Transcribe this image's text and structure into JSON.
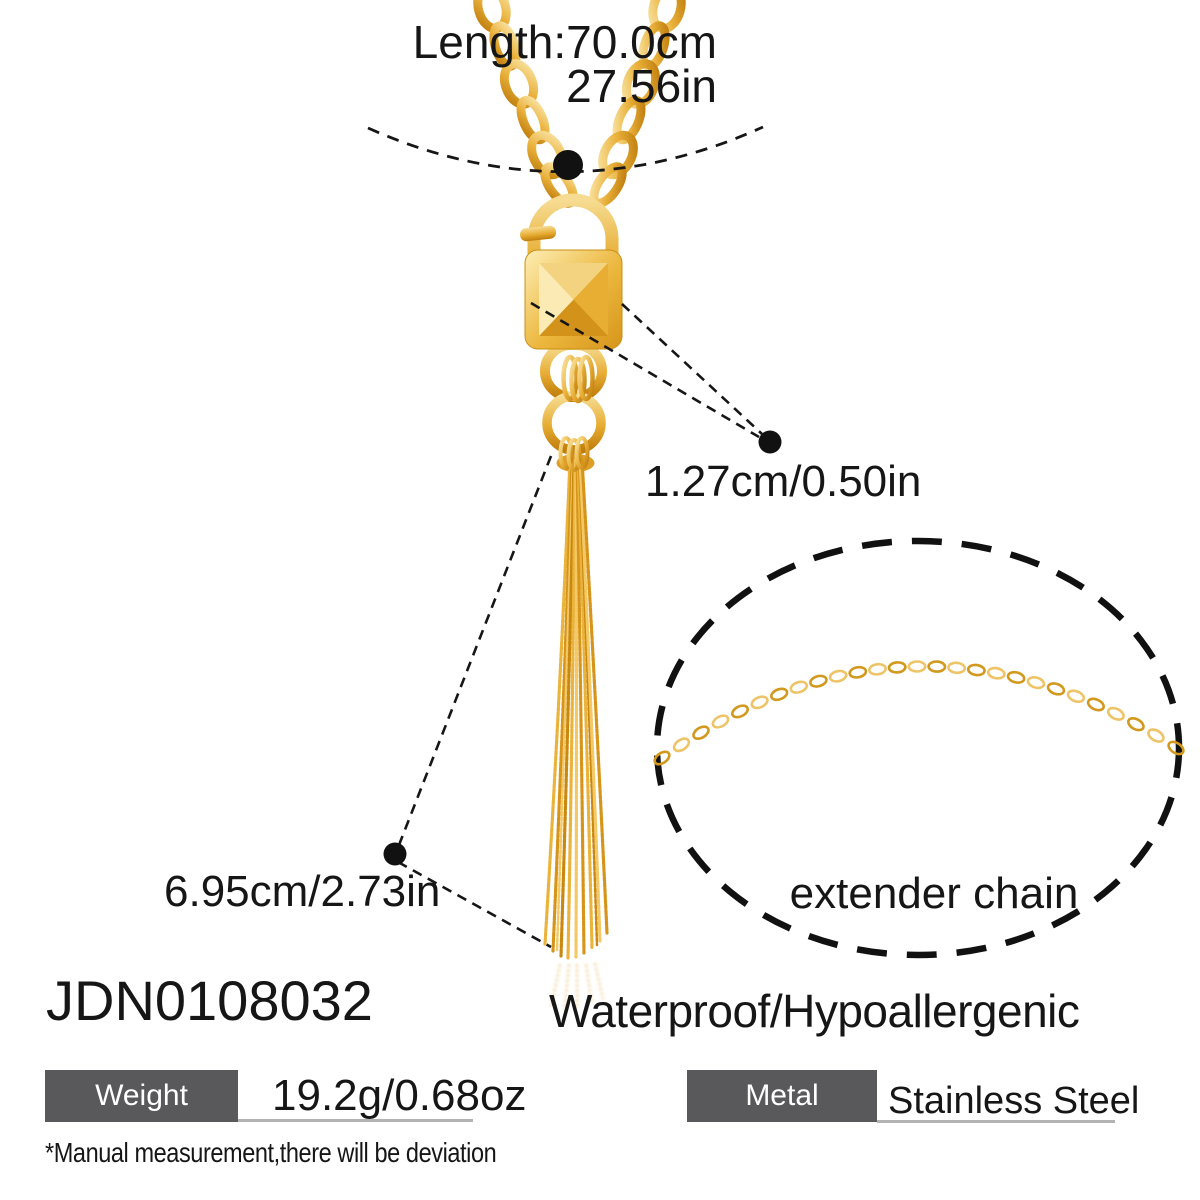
{
  "annotations": {
    "length_line1": "Length:70.0cm",
    "length_line2": "27.56in",
    "pendant_size": "1.27cm/0.50in",
    "tassel_length": "6.95cm/2.73in",
    "extender_label": "extender chain"
  },
  "product": {
    "sku": "JDN0108032",
    "feature": "Waterproof/Hypoallergenic",
    "disclaimer": "*Manual measurement,there will be deviation"
  },
  "specs": [
    {
      "label": "Weight",
      "value": "19.2g/0.68oz"
    },
    {
      "label": "Metal",
      "value": "Stainless Steel"
    }
  ],
  "colors": {
    "gold": "#e7ad33",
    "gold_light": "#f9e3a3",
    "gold_dark": "#bf7c0c",
    "box_gray": "#59595b",
    "ink": "#161616",
    "line_gray": "#b3b3b3",
    "background": "#ffffff"
  }
}
